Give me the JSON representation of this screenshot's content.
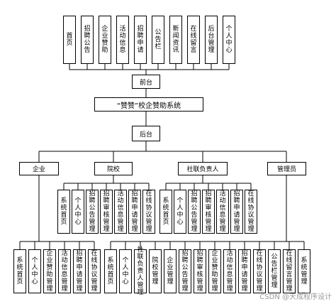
{
  "frontend_items": [
    "首页",
    "招聘公告",
    "企业赞助",
    "活动信息",
    "招聘申请",
    "公告栏",
    "新闻资讯",
    "在线留言",
    "后台管理",
    "个人中心"
  ],
  "frontend": "前台",
  "system": "“赞赞”校企赞助系统",
  "backend": "后台",
  "roles": [
    "企业",
    "院校",
    "社联负责人",
    "管理员"
  ],
  "school_items": [
    "系统首页",
    "个人中心",
    "招聘公告管理",
    "招聘审核管理",
    "活动信息管理",
    "招聘申请管理",
    "在线协议管理"
  ],
  "union_items": [
    "系统首页",
    "个人中心",
    "招聘公告管理",
    "招聘审核管理",
    "活动信息管理",
    "招聘申请管理",
    "在线协议管理"
  ],
  "enterprise_items": [
    "系统首页",
    "个人中心",
    "企业赞助管理",
    "活动信息管理",
    "招聘申请管理",
    "在线协议管理"
  ],
  "admin_items": [
    "系统首页",
    "个人中心",
    "社联负责人管理",
    "院校管理",
    "企业管理",
    "招聘公告管理",
    "招聘审核管理",
    "企业赞助管理",
    "活动信息管理",
    "招聘申请管理",
    "在线协议管理",
    "公告栏管理",
    "在线留言管理",
    "系统管理"
  ],
  "watermark": "CSDN @天成程序设计"
}
